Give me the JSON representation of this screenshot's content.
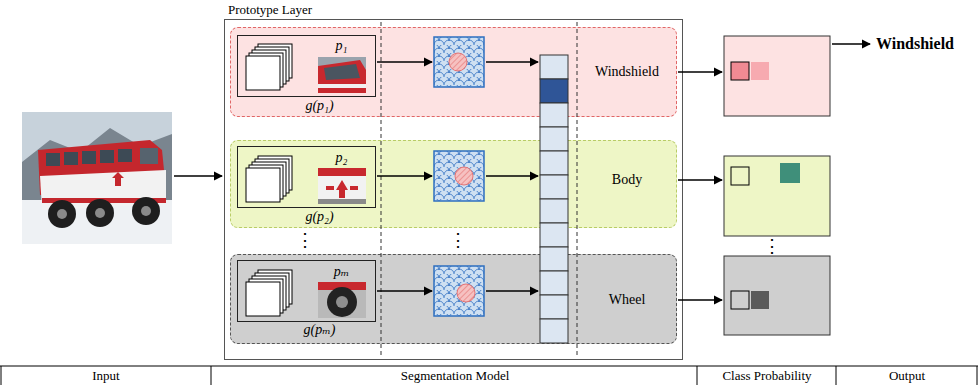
{
  "diagram": {
    "nodes": [
      {
        "text": [
          "Prototype Layer"
        ]
      },
      {
        "text": [
          "Windshield"
        ],
        "in": 0
      },
      {
        "text": [
          "p₁",
          "g(p₁)"
        ],
        "in": 1
      },
      {
        "text": [
          "Body"
        ],
        "in": 0
      },
      {
        "text": [
          "p₂",
          "g(p₂)"
        ],
        "in": 3
      },
      {
        "text": [
          "Wheel"
        ],
        "in": 0
      },
      {
        "text": [
          "pₘ",
          "g(pₘ)"
        ],
        "in": 5
      }
    ],
    "labels": [
      "⋮",
      "⋮",
      "⋮",
      "Windshield",
      "Input",
      "Segmentation Model",
      "Class Probability",
      "Output"
    ]
  }
}
